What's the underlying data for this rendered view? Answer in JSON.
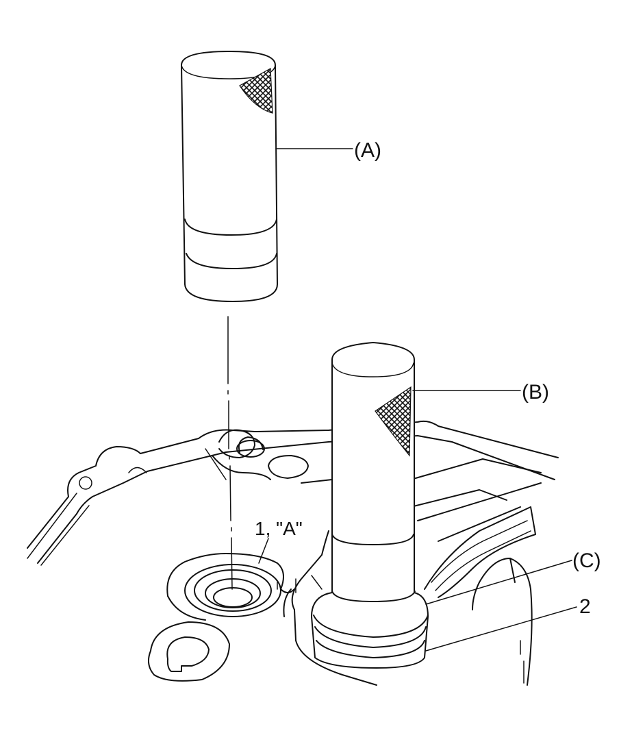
{
  "labels": {
    "tool_a": "(A)",
    "tool_b": "(B)",
    "tool_c": "(C)",
    "part_2": "2",
    "part_1": "1, \"A\""
  },
  "colors": {
    "line": "#111111",
    "background": "#ffffff"
  }
}
